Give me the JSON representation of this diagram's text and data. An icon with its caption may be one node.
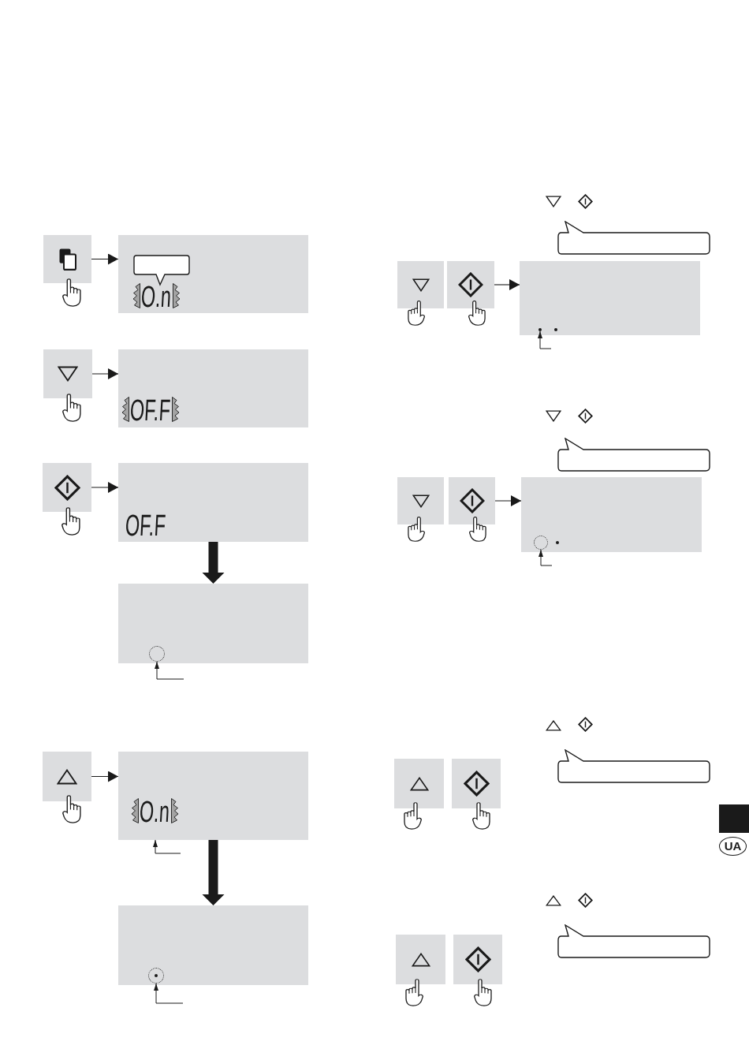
{
  "diagram": {
    "nodes": [
      {
        "text": [],
        "shape": "box"
      },
      {
        "text": [
          "O.n"
        ]
      },
      {
        "text": [],
        "shape": "callout",
        "in": 1
      },
      {
        "text": [],
        "shape": "box"
      },
      {
        "text": [
          "OF.F"
        ]
      },
      {
        "text": [],
        "shape": "box"
      },
      {
        "text": [
          "OF.F"
        ]
      },
      {
        "text": [],
        "shape": "box"
      },
      {
        "text": [],
        "shape": "circle",
        "in": 7
      },
      {
        "text": [],
        "shape": "box"
      },
      {
        "text": [
          "O.n"
        ]
      },
      {
        "text": [],
        "shape": "box"
      },
      {
        "text": [],
        "shape": "circle",
        "in": 11
      },
      {
        "text": [],
        "shape": "callout"
      },
      {
        "text": [],
        "shape": "box"
      },
      {
        "text": [],
        "shape": "box"
      },
      {
        "text": [],
        "shape": "box"
      },
      {
        "text": [],
        "shape": "dot",
        "in": 16
      },
      {
        "text": [],
        "shape": "callout"
      },
      {
        "text": [],
        "shape": "box"
      },
      {
        "text": [],
        "shape": "box"
      },
      {
        "text": [],
        "shape": "box"
      },
      {
        "text": [],
        "shape": "circle",
        "in": 21
      },
      {
        "text": [],
        "shape": "callout"
      },
      {
        "text": [],
        "shape": "box"
      },
      {
        "text": [],
        "shape": "box"
      },
      {
        "text": [],
        "shape": "callout"
      },
      {
        "text": [],
        "shape": "box"
      },
      {
        "text": [],
        "shape": "box"
      },
      {
        "text": [
          "UA"
        ]
      }
    ],
    "edges": [
      {
        "from": 0,
        "to": 1,
        "arrow": "to"
      },
      {
        "from": 3,
        "to": 4,
        "arrow": "to"
      },
      {
        "from": 5,
        "to": 6,
        "arrow": "to"
      },
      {
        "from": 6,
        "to": 7,
        "arrow": "to",
        "style": "thick"
      },
      {
        "from": null,
        "to": 8,
        "arrow": "to"
      },
      {
        "from": 9,
        "to": 10,
        "arrow": "to"
      },
      {
        "from": null,
        "to": 10,
        "arrow": "to"
      },
      {
        "from": 10,
        "to": 11,
        "arrow": "to",
        "style": "thick"
      },
      {
        "from": null,
        "to": 12,
        "arrow": "to"
      },
      {
        "from": 15,
        "to": 16,
        "arrow": "to"
      },
      {
        "from": null,
        "to": 17,
        "arrow": "to"
      },
      {
        "from": 20,
        "to": 21,
        "arrow": "to"
      },
      {
        "from": null,
        "to": 22,
        "arrow": "to"
      }
    ]
  }
}
